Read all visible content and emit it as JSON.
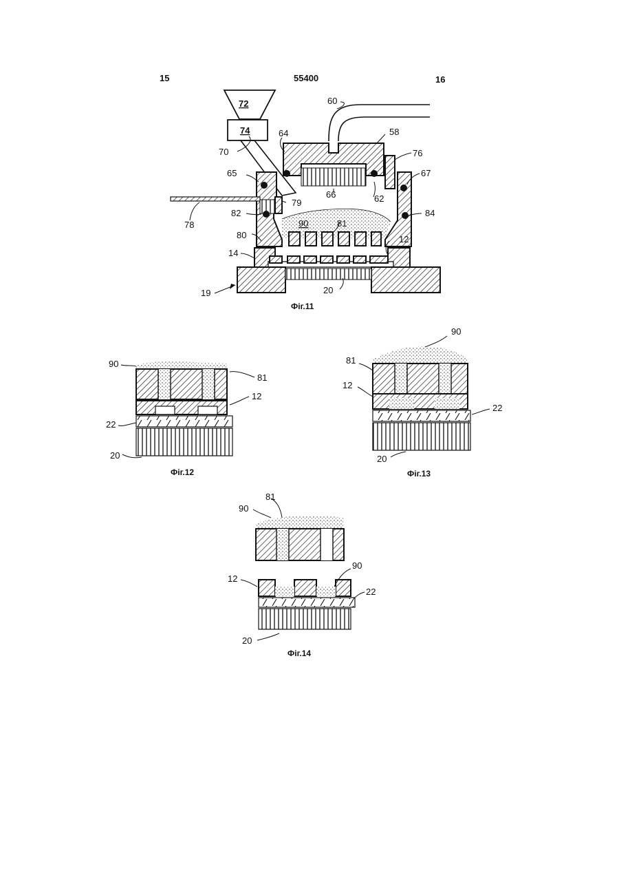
{
  "header": {
    "page_left": "15",
    "doc_number": "55400",
    "page_right": "16"
  },
  "fig11": {
    "caption": "Фіг.11",
    "labels": {
      "l72": "72",
      "l74": "74",
      "l60": "60",
      "l64": "64",
      "l58": "58",
      "l70": "70",
      "l76": "76",
      "l65": "65",
      "l67": "67",
      "l66": "66",
      "l62": "62",
      "l79": "79",
      "l78": "78",
      "l82": "82",
      "l90": "90",
      "l81": "81",
      "l84": "84",
      "l80": "80",
      "l12": "12",
      "l14": "14",
      "l19": "19",
      "l20": "20"
    }
  },
  "fig12": {
    "caption": "Фіг.12",
    "labels": {
      "l90": "90",
      "l81": "81",
      "l12": "12",
      "l22": "22",
      "l20": "20"
    }
  },
  "fig13": {
    "caption": "Фіг.13",
    "labels": {
      "l90": "90",
      "l81": "81",
      "l12": "12",
      "l22": "22",
      "l20": "20"
    }
  },
  "fig14": {
    "caption": "Фіг.14",
    "labels": {
      "l90a": "90",
      "l81": "81",
      "l12": "12",
      "l90b": "90",
      "l22": "22",
      "l20": "20"
    }
  }
}
